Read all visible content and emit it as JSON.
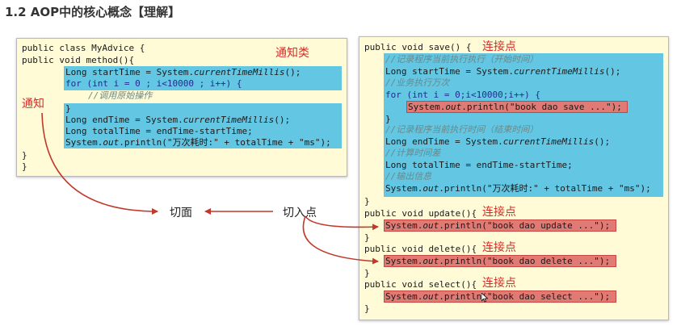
{
  "heading": "1.2 AOP中的核心概念【理解】",
  "left": {
    "class_label": "通知类",
    "advice_label": "通知",
    "lines": {
      "l1": "public class MyAdvice {",
      "l2": "    public void method(){",
      "l3a": "Long startTime = System.",
      "l3b": "currentTimeMillis",
      "l3c": "();",
      "l4": "for (int i = 0 ; i<10000 ; i++) {",
      "l5": "//调用原始操作",
      "l6": "}",
      "l7a": "Long endTime = System.",
      "l7b": "currentTimeMillis",
      "l7c": "();",
      "l8": "Long totalTime = endTime-startTime;",
      "l9a": "System.",
      "l9b": "out",
      "l9c": ".println(\"万次耗时:\" + totalTime + \"ms\");",
      "l10": "    }",
      "l11": "}"
    }
  },
  "right": {
    "joinpoint_label": "连接点",
    "save": {
      "sig": "public void save() {",
      "c1": "//记录程序当前执行执行（开始时间）",
      "s1a": "Long startTime = System.",
      "s1b": "currentTimeMillis",
      "s1c": "();",
      "c2": "//业务执行万次",
      "loop": "for (int i = 0;i<10000;i++) {",
      "call_a": "System.",
      "call_b": "out",
      "call_c": ".println(\"book dao save ...\");",
      "close_loop": "}",
      "c3": "//记录程序当前执行时间（结束时间）",
      "s2a": "Long endTime = System.",
      "s2b": "currentTimeMillis",
      "s2c": "();",
      "c4": "//计算时间差",
      "s3": "Long totalTime = endTime-startTime;",
      "c5": "//输出信息",
      "s4a": "System.",
      "s4b": "out",
      "s4c": ".println(\"万次耗时:\" + totalTime + \"ms\");",
      "close": "}"
    },
    "update": {
      "sig": "public void update(){",
      "a": "System.",
      "b": "out",
      "c": ".println(\"book dao update ...\");",
      "close": "}"
    },
    "delete": {
      "sig": "public void delete(){",
      "a": "System.",
      "b": "out",
      "c": ".println(\"book dao delete ...\");",
      "close": "}"
    },
    "select": {
      "sig": "public void select(){",
      "a": "System.",
      "b": "out",
      "c": ".println(\"book dao select ...\");",
      "close": "}"
    }
  },
  "labels": {
    "aspect": "切面",
    "pointcut": "切入点"
  },
  "colors": {
    "highlight_blue": "#63c6e3",
    "highlight_red": "#e07a74",
    "annotation_red": "#d62b2b",
    "panel_bg": "#fffbd6"
  }
}
